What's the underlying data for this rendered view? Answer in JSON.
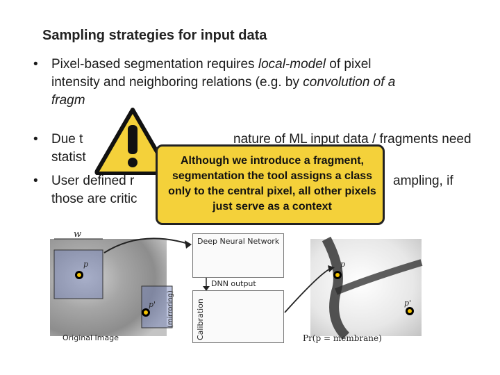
{
  "title": "Sampling strategies for input data",
  "bullets": {
    "b1_line1_pre": "Pixel-based segmentation requires ",
    "b1_line1_em": "local-model",
    "b1_line1_post": " of pixel",
    "b1_line2_pre": "intensity and neighboring relations (e.g. by ",
    "b1_line2_em": "convolution of a",
    "b1_line3_em": "fragm",
    "b2_line1_pre": "Due t",
    "b2_line1_mid": "nature of ML input data / fragments need",
    "b2_line2": "statist",
    "b3_line1_pre": "User defined r",
    "b3_line1_post": "ampling, if",
    "b3_line2": "those are critic"
  },
  "warning": {
    "text": "Although we introduce a fragment, segmentation the tool assigns a class only to the central pixel, all other pixels just serve as a context"
  },
  "figure": {
    "dnn_label": "Deep Neural Network",
    "dnn_output_label": "DNN output",
    "calibration_label": "Calibration",
    "mirroring_label": "(mirroring)",
    "original_label": "Original Image",
    "w_label": "w",
    "p_label": "p",
    "p_prime_label": "p'",
    "prob_p_label": "p",
    "prob_p_prime_label": "p'",
    "prob_formula": "Pr(p = membrane)"
  },
  "colors": {
    "warning_fill": "#f4d13a",
    "dot_fill": "#f3c200"
  }
}
